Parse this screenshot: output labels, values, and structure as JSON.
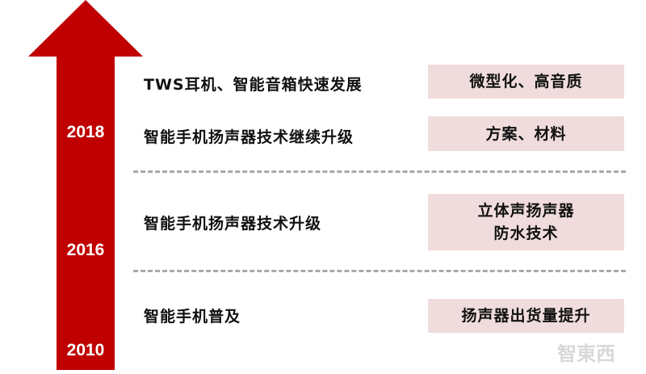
{
  "colors": {
    "arrow": "#c00000",
    "box": "#f0dcdc",
    "divider": "#a8a8a8"
  },
  "years": [
    "2018",
    "2016",
    "2010"
  ],
  "rows": [
    {
      "label": "TWS耳机、智能音箱快速发展",
      "box": [
        "微型化、高音质"
      ]
    },
    {
      "label": "智能手机扬声器技术继续升级",
      "box": [
        "方案、材料"
      ]
    },
    {
      "label": "智能手机扬声器技术升级",
      "box": [
        "立体声扬声器",
        "防水技术"
      ]
    },
    {
      "label": "智能手机普及",
      "box": [
        "扬声器出货量提升"
      ]
    }
  ],
  "watermark": "智東西"
}
